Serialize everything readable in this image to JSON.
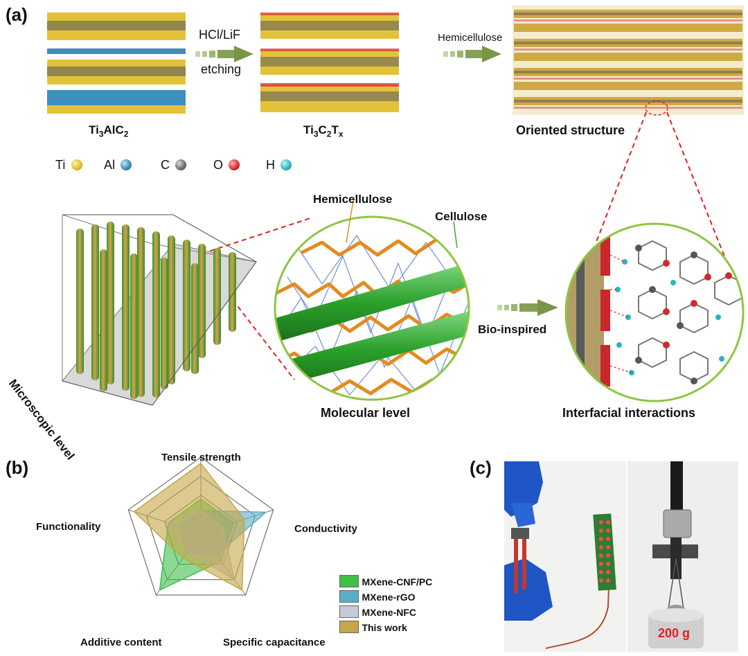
{
  "panel_a": {
    "letter": "(a)",
    "step1": {
      "line1": "HCl/LiF",
      "line2": "etching"
    },
    "step2": "Hemicellulose",
    "label_ti3alc2": {
      "base": "Ti",
      "s1": "3",
      "mid": "AlC",
      "s2": "2"
    },
    "label_ti3c2tx": {
      "b1": "Ti",
      "s1": "3",
      "b2": "C",
      "s2": "2",
      "b3": "T",
      "s3": "x"
    },
    "label_oriented": "Oriented structure",
    "atom_legend": [
      {
        "symbol": "Ti",
        "color": "#e0be2a"
      },
      {
        "symbol": "Al",
        "color": "#3a86b4"
      },
      {
        "symbol": "C",
        "color": "#6b6b6b"
      },
      {
        "symbol": "O",
        "color": "#d4282f"
      },
      {
        "symbol": "H",
        "color": "#2bb3bf"
      }
    ],
    "label_hemicellulose": "Hemicellulose",
    "label_cellulose": "Cellulose",
    "label_bioinspired": "Bio-inspired",
    "label_microscopic": "Microscopic level",
    "label_molecular": "Molecular level",
    "label_interfacial": "Interfacial interactions"
  },
  "panel_b": {
    "letter": "(b)",
    "axes": [
      "Tensile strength",
      "Conductivity",
      "Specific capacitance",
      "Additive content",
      "Functionality"
    ],
    "series": [
      {
        "name": "MXene-CNF/PC",
        "color": "#3fbf4a",
        "values": [
          0.45,
          0.45,
          0.45,
          0.92,
          0.45
        ]
      },
      {
        "name": "MXene-rGO",
        "color": "#5aaec8",
        "values": [
          0.3,
          0.9,
          0.35,
          0.32,
          0.3
        ]
      },
      {
        "name": "MXene-NFC",
        "color": "#b9b9c9",
        "values": [
          0.3,
          0.3,
          0.75,
          0.3,
          0.45
        ]
      },
      {
        "name": "This work",
        "color": "#c6a646",
        "values": [
          0.92,
          0.6,
          0.92,
          0.4,
          0.92
        ]
      }
    ]
  },
  "panel_c": {
    "letter": "(c)",
    "weight_label": "200 g"
  }
}
